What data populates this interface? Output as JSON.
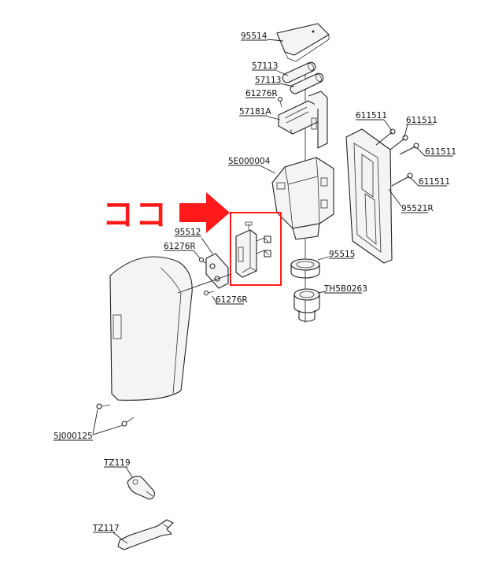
{
  "callout": {
    "text": "ココ",
    "color": "#ff1a1a"
  },
  "parts": {
    "p95514": "95514",
    "p57113a": "57113",
    "p57113b": "57113",
    "p61276r_top": "61276R",
    "p57181a": "57181A",
    "p611511_a": "611511",
    "p611511_b": "611511",
    "p611511_c": "611511",
    "p611511_d": "611511",
    "p5e000004": "5E000004",
    "p95521r": "95521R",
    "p95512": "95512",
    "p61276r_mid": "61276R",
    "p95515": "95515",
    "pth5b0263": "TH5B0263",
    "p61276r_low": "61276R",
    "p5j000125": "5J000125",
    "ptz119": "TZ119",
    "ptz117": "TZ117"
  }
}
